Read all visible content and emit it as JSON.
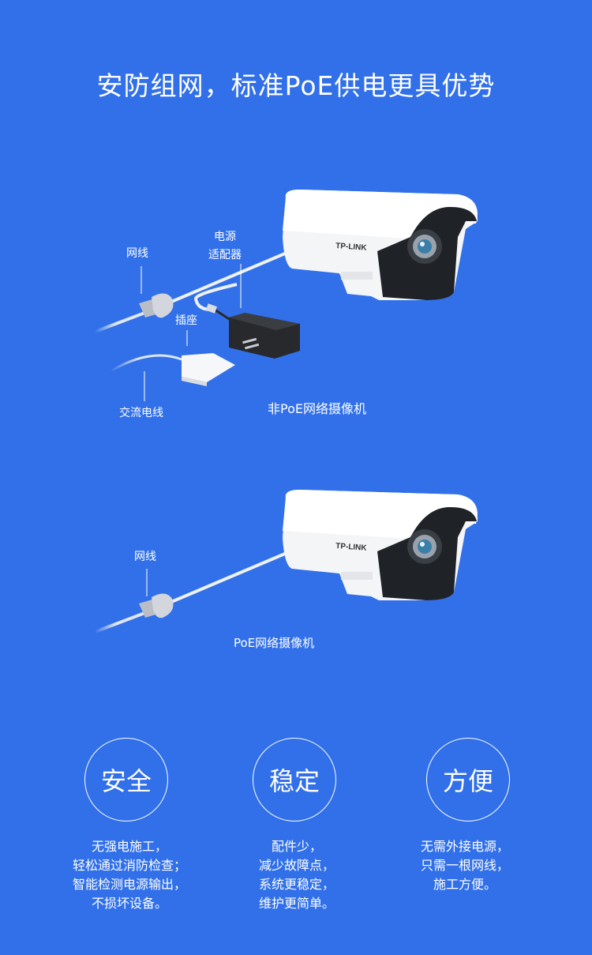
{
  "title": "安防组网，标准PoE供电更具优势",
  "scene_non_poe": {
    "labels": {
      "network_cable": "网线",
      "power_adapter_line1": "电源",
      "power_adapter_line2": "适配器",
      "socket": "插座",
      "ac_cable": "交流电线"
    },
    "caption": "非PoE网络摄像机",
    "camera_brand": "TP-LINK"
  },
  "scene_poe": {
    "labels": {
      "network_cable": "网线"
    },
    "caption": "PoE网络摄像机",
    "camera_brand": "TP-LINK"
  },
  "features": [
    {
      "title": "安全",
      "lines": [
        "无强电施工，",
        "轻松通过消防检查；",
        "智能检测电源输出，",
        "不损坏设备。"
      ]
    },
    {
      "title": "稳定",
      "lines": [
        "配件少，",
        "减少故障点，",
        "系统更稳定，",
        "维护更简单。"
      ]
    },
    {
      "title": "方便",
      "lines": [
        "无需外接电源，",
        "只需一根网线，",
        "施工方便。"
      ]
    }
  ],
  "colors": {
    "background": "#3170e9",
    "text": "#ffffff"
  }
}
